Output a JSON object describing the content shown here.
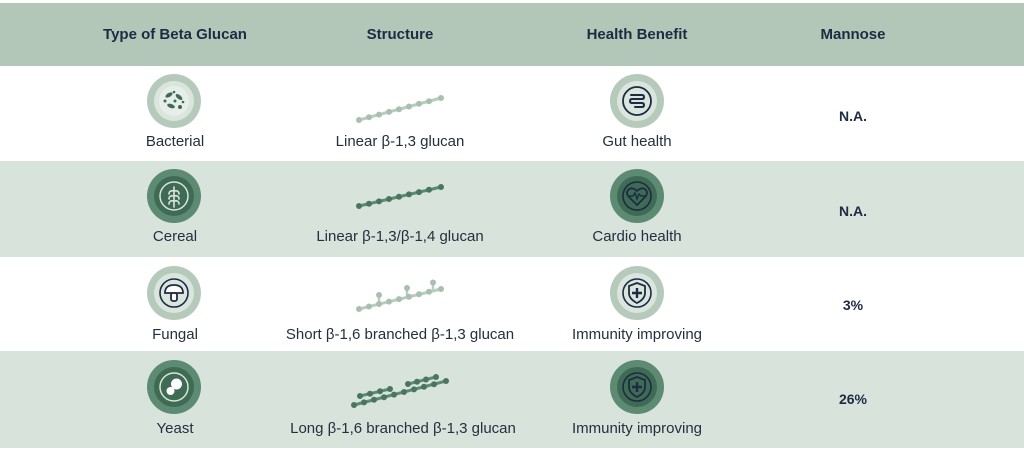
{
  "header": {
    "type": "Type of Beta Glucan",
    "structure": "Structure",
    "benefit": "Health Benefit",
    "mannose": "Mannose"
  },
  "rows": [
    {
      "type": "Bacterial",
      "structure": "Linear β-1,3 glucan",
      "benefit": "Gut health",
      "mannose": "N.A.",
      "type_icon": "bacteria-icon",
      "benefit_icon": "intestine-icon"
    },
    {
      "type": "Cereal",
      "structure": "Linear β-1,3/β-1,4 glucan",
      "benefit": "Cardio health",
      "mannose": "N.A.",
      "type_icon": "grain-icon",
      "benefit_icon": "heart-icon"
    },
    {
      "type": "Fungal",
      "structure": "Short β-1,6 branched β-1,3 glucan",
      "benefit": "Immunity improving",
      "mannose": "3%",
      "type_icon": "mushroom-icon",
      "benefit_icon": "shield-cross-icon"
    },
    {
      "type": "Yeast",
      "structure": "Long β-1,6 branched β-1,3 glucan",
      "benefit": "Immunity improving",
      "mannose": "26%",
      "type_icon": "yeast-cell-icon",
      "benefit_icon": "shield-cross-icon"
    }
  ],
  "colors": {
    "header_bg": "#b2c7b8",
    "alt_row_bg": "#d8e3dc",
    "dark_green": "#3f6b55",
    "light_green": "#b6cabc",
    "text": "#1d2b43"
  }
}
